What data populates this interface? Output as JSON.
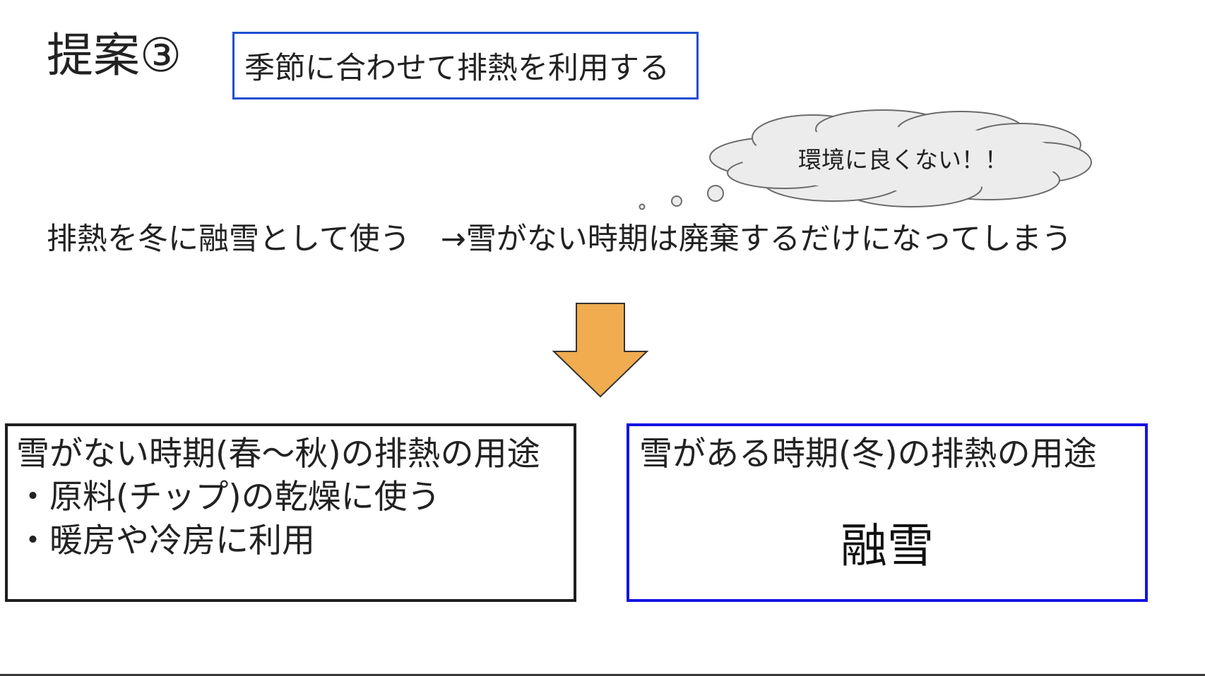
{
  "slide": {
    "title": "提案③",
    "headline": "季節に合わせて排熱を利用する",
    "thought_bubble": "環境に良くない！！",
    "statement": "排熱を冬に融雪として使う　→雪がない時期は廃棄するだけになってしまう",
    "left_box": {
      "heading": "雪がない時期(春～秋)の排熱の用途",
      "items": [
        "・原料(チップ)の乾燥に使う",
        "・暖房や冷房に利用"
      ]
    },
    "right_box": {
      "heading": "雪がある時期(冬)の排熱の用途",
      "value": "融雪"
    }
  },
  "colors": {
    "headline_border": "#1f4fd1",
    "arrow_fill": "#f0ac4f",
    "right_box_border": "#1414e0",
    "left_box_border": "#1f1f1f",
    "cloud_fill": "#ececec"
  },
  "icons": {
    "arrow": "down-arrow-icon",
    "cloud": "thought-cloud-icon"
  }
}
